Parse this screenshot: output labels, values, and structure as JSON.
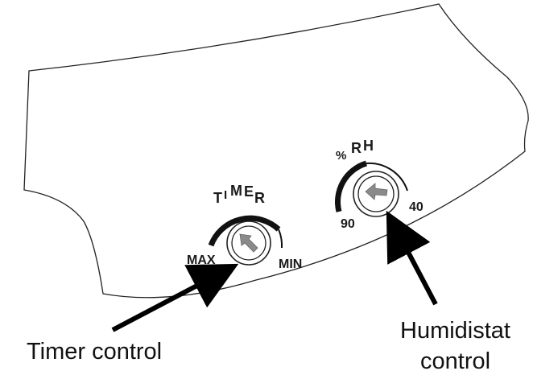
{
  "timer_dial": {
    "title_letters": [
      "T",
      "I",
      "M",
      "E",
      "R"
    ],
    "left_label": "MAX",
    "right_label": "MIN"
  },
  "humidistat_dial": {
    "title_letters": [
      "%",
      "R",
      "H"
    ],
    "left_label": "90",
    "right_label": "40"
  },
  "callouts": {
    "timer": "Timer control",
    "humidistat_line1": "Humidistat",
    "humidistat_line2": "control"
  },
  "colors": {
    "outline": "#222222",
    "arc": "#111111",
    "knob_fill": "#ffffff",
    "pointer": "#8a8a8a",
    "arrow": "#000000"
  }
}
